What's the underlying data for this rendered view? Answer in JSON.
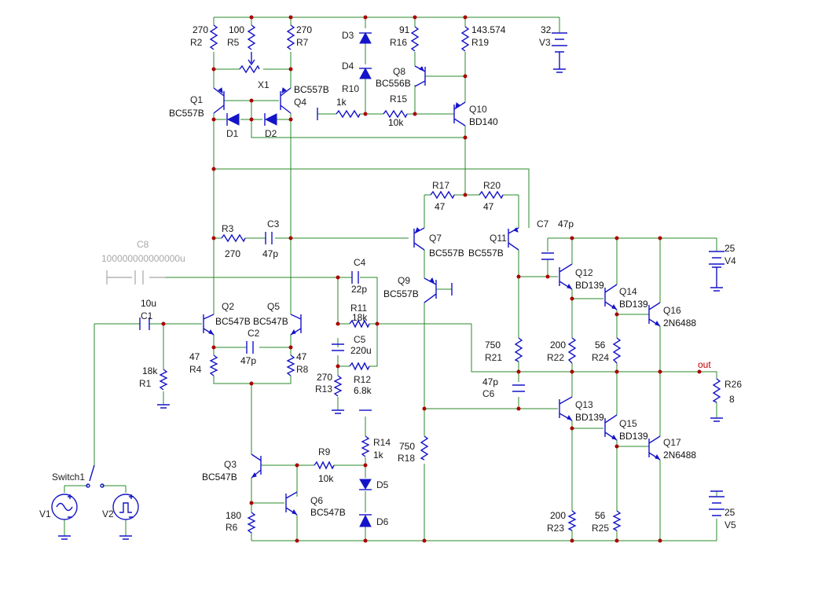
{
  "schematic": {
    "supplies": {
      "V3": {
        "name": "V3",
        "value": "32"
      },
      "V4": {
        "name": "V4",
        "value": "25"
      },
      "V5": {
        "name": "V5",
        "value": "25"
      }
    },
    "resistors": {
      "R1": {
        "name": "R1",
        "value": "18k"
      },
      "R2": {
        "name": "R2",
        "value": "270"
      },
      "R3": {
        "name": "R3",
        "value": "270"
      },
      "R4": {
        "name": "R4",
        "value": "47"
      },
      "R5": {
        "name": "R5",
        "value": "100"
      },
      "R6": {
        "name": "R6",
        "value": "180"
      },
      "R7": {
        "name": "R7",
        "value": "270"
      },
      "R8": {
        "name": "R8",
        "value": "47"
      },
      "R9": {
        "name": "R9",
        "value": "10k"
      },
      "R10": {
        "name": "R10",
        "value": "1k"
      },
      "R11": {
        "name": "R11",
        "value": "18k"
      },
      "R12": {
        "name": "R12",
        "value": "6.8k"
      },
      "R13": {
        "name": "R13",
        "value": "270"
      },
      "R14": {
        "name": "R14",
        "value": "1k"
      },
      "R15": {
        "name": "R15",
        "value": "10k"
      },
      "R16": {
        "name": "R16",
        "value": "91"
      },
      "R17": {
        "name": "R17",
        "value": "47"
      },
      "R18": {
        "name": "R18",
        "value": "750"
      },
      "R19": {
        "name": "R19",
        "value": "143.574"
      },
      "R20": {
        "name": "R20",
        "value": "47"
      },
      "R21": {
        "name": "R21",
        "value": "750"
      },
      "R22": {
        "name": "R22",
        "value": "200"
      },
      "R23": {
        "name": "R23",
        "value": "200"
      },
      "R24": {
        "name": "R24",
        "value": "56"
      },
      "R25": {
        "name": "R25",
        "value": "56"
      },
      "R26": {
        "name": "R26",
        "value": "8"
      }
    },
    "capacitors": {
      "C1": {
        "name": "C1",
        "value": "10u"
      },
      "C2": {
        "name": "C2",
        "value": "47p"
      },
      "C3": {
        "name": "C3",
        "value": "47p"
      },
      "C4": {
        "name": "C4",
        "value": "22p"
      },
      "C5": {
        "name": "C5",
        "value": "220u"
      },
      "C6": {
        "name": "C6",
        "value": "47p"
      },
      "C7": {
        "name": "C7",
        "value": "47p"
      },
      "C8": {
        "name": "C8",
        "value": "100000000000000u"
      }
    },
    "transistors": {
      "Q1": {
        "name": "Q1",
        "part": "BC557B"
      },
      "Q2": {
        "name": "Q2",
        "part": "BC547B"
      },
      "Q3": {
        "name": "Q3",
        "part": "BC547B"
      },
      "Q4": {
        "name": "Q4",
        "part": "BC557B"
      },
      "Q5": {
        "name": "Q5",
        "part": "BC547B"
      },
      "Q6": {
        "name": "Q6",
        "part": "BC547B"
      },
      "Q7": {
        "name": "Q7",
        "part": "BC557B"
      },
      "Q8": {
        "name": "Q8",
        "part": "BC556B"
      },
      "Q9": {
        "name": "Q9",
        "part": "BC557B"
      },
      "Q10": {
        "name": "Q10",
        "part": "BD140"
      },
      "Q11": {
        "name": "Q11",
        "part": "BC557B"
      },
      "Q12": {
        "name": "Q12",
        "part": "BD139"
      },
      "Q13": {
        "name": "Q13",
        "part": "BD139"
      },
      "Q14": {
        "name": "Q14",
        "part": "BD139"
      },
      "Q15": {
        "name": "Q15",
        "part": "BD139"
      },
      "Q16": {
        "name": "Q16",
        "part": "2N6488"
      },
      "Q17": {
        "name": "Q17",
        "part": "2N6488"
      }
    },
    "diodes": {
      "D1": "D1",
      "D2": "D2",
      "D3": "D3",
      "D4": "D4",
      "D5": "D5",
      "D6": "D6"
    },
    "sources": {
      "V1": "V1",
      "V2": "V2"
    },
    "switch": "Switch1",
    "mirror": "X1",
    "output_label": "out"
  }
}
